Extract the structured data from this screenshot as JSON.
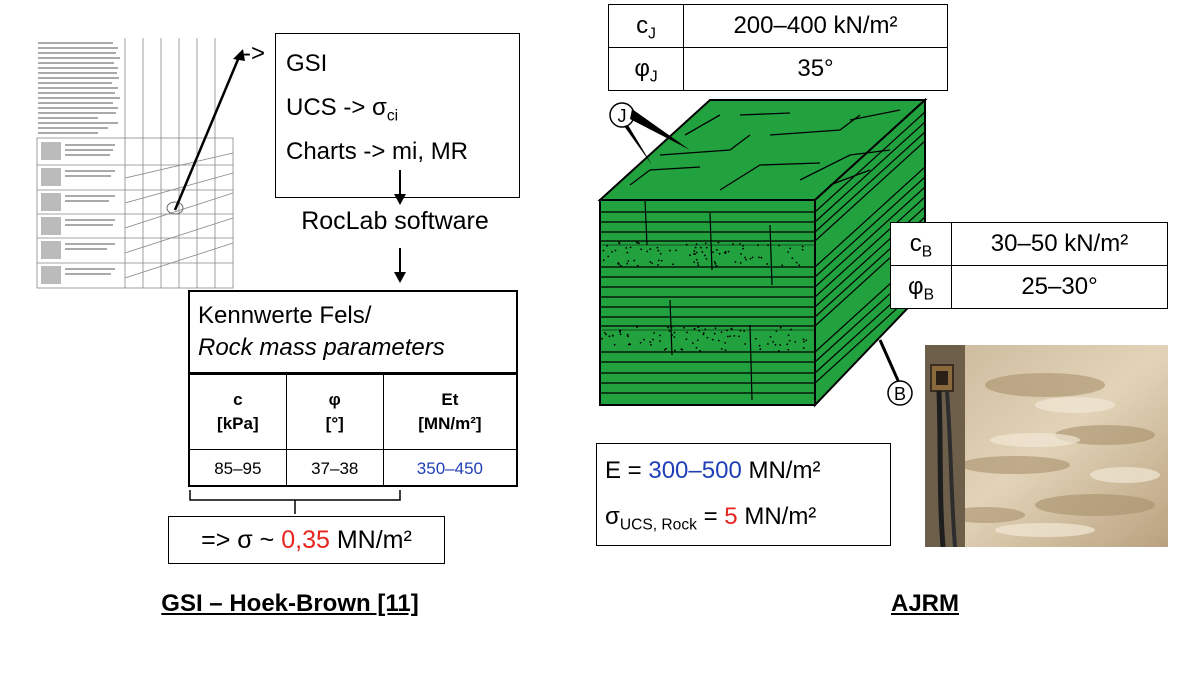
{
  "flow": {
    "line1": "GSI",
    "line2_prefix": "UCS -> σ",
    "line2_sub": "ci",
    "line3": "Charts -> mi, MR",
    "arrow_label": "->",
    "software": "RocLab software"
  },
  "params": {
    "title_line1": "Kennwerte Fels/",
    "title_line2": "Rock mass parameters",
    "headers": [
      {
        "symbol": "c",
        "unit": "[kPa]"
      },
      {
        "symbol": "φ",
        "unit": "[°]"
      },
      {
        "symbol": "Et",
        "unit": "[MN/m²]"
      }
    ],
    "values": [
      "85–95",
      "37–38",
      "350–450"
    ]
  },
  "sigma": {
    "prefix": "=> σ ~ ",
    "value": "0,35",
    "unit": " MN/m²"
  },
  "gsi_caption": "GSI – Hoek-Brown [11]",
  "joint": {
    "c_symbol": "c",
    "c_sub": "J",
    "c_value": "200–400 kN/m²",
    "phi_symbol": "φ",
    "phi_sub": "J",
    "phi_value": "35°",
    "label": "J"
  },
  "band": {
    "c_symbol": "c",
    "c_sub": "B",
    "c_value": "30–50 kN/m²",
    "phi_symbol": "φ",
    "phi_sub": "B",
    "phi_value": "25–30°",
    "label": "B"
  },
  "modulus": {
    "e_prefix": "E = ",
    "e_value": "300–500",
    "e_unit": " MN/m²",
    "s_symbol": "σ",
    "s_sub": "UCS, Rock",
    "s_eq": " = ",
    "s_value": "5",
    "s_unit": " MN/m²"
  },
  "ajrm_caption": "AJRM",
  "colors": {
    "block_green": "#22a23e",
    "blue_value": "#1f3fb8",
    "red_value": "#e8251f"
  }
}
